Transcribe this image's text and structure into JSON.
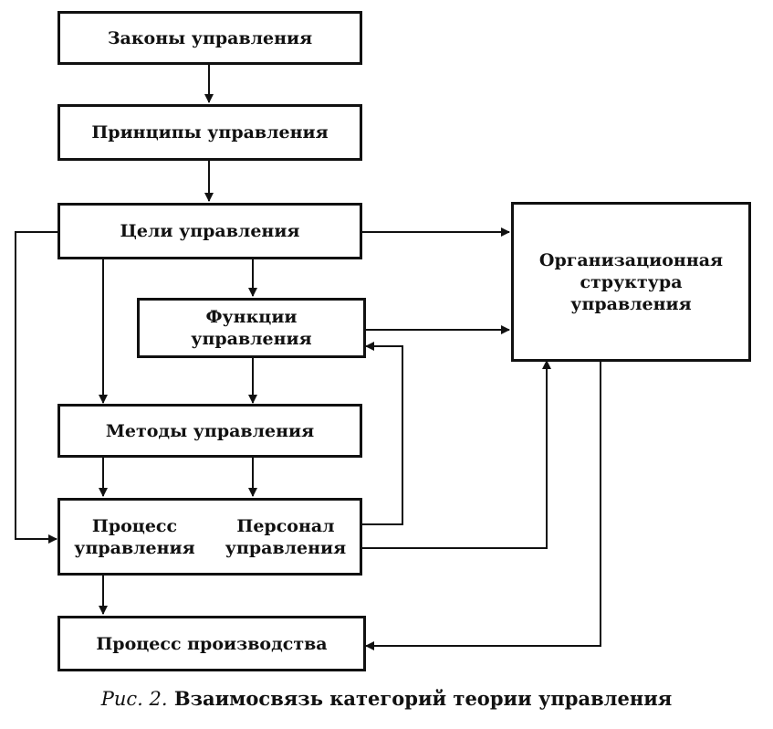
{
  "boxes": {
    "laws": "Законы управления",
    "principles": "Принципы управления",
    "goals": "Цели управления",
    "functions": "Функции\nуправления",
    "methods": "Методы управления",
    "process": "Процесс\nуправления",
    "personnel": "Персонал\nуправления",
    "production": "Процесс производства",
    "structure": "Организационная\nструктура\nуправления"
  },
  "caption": {
    "prefix": "Рис. 2.",
    "text": "Взаимосвязь категорий теории управления"
  }
}
